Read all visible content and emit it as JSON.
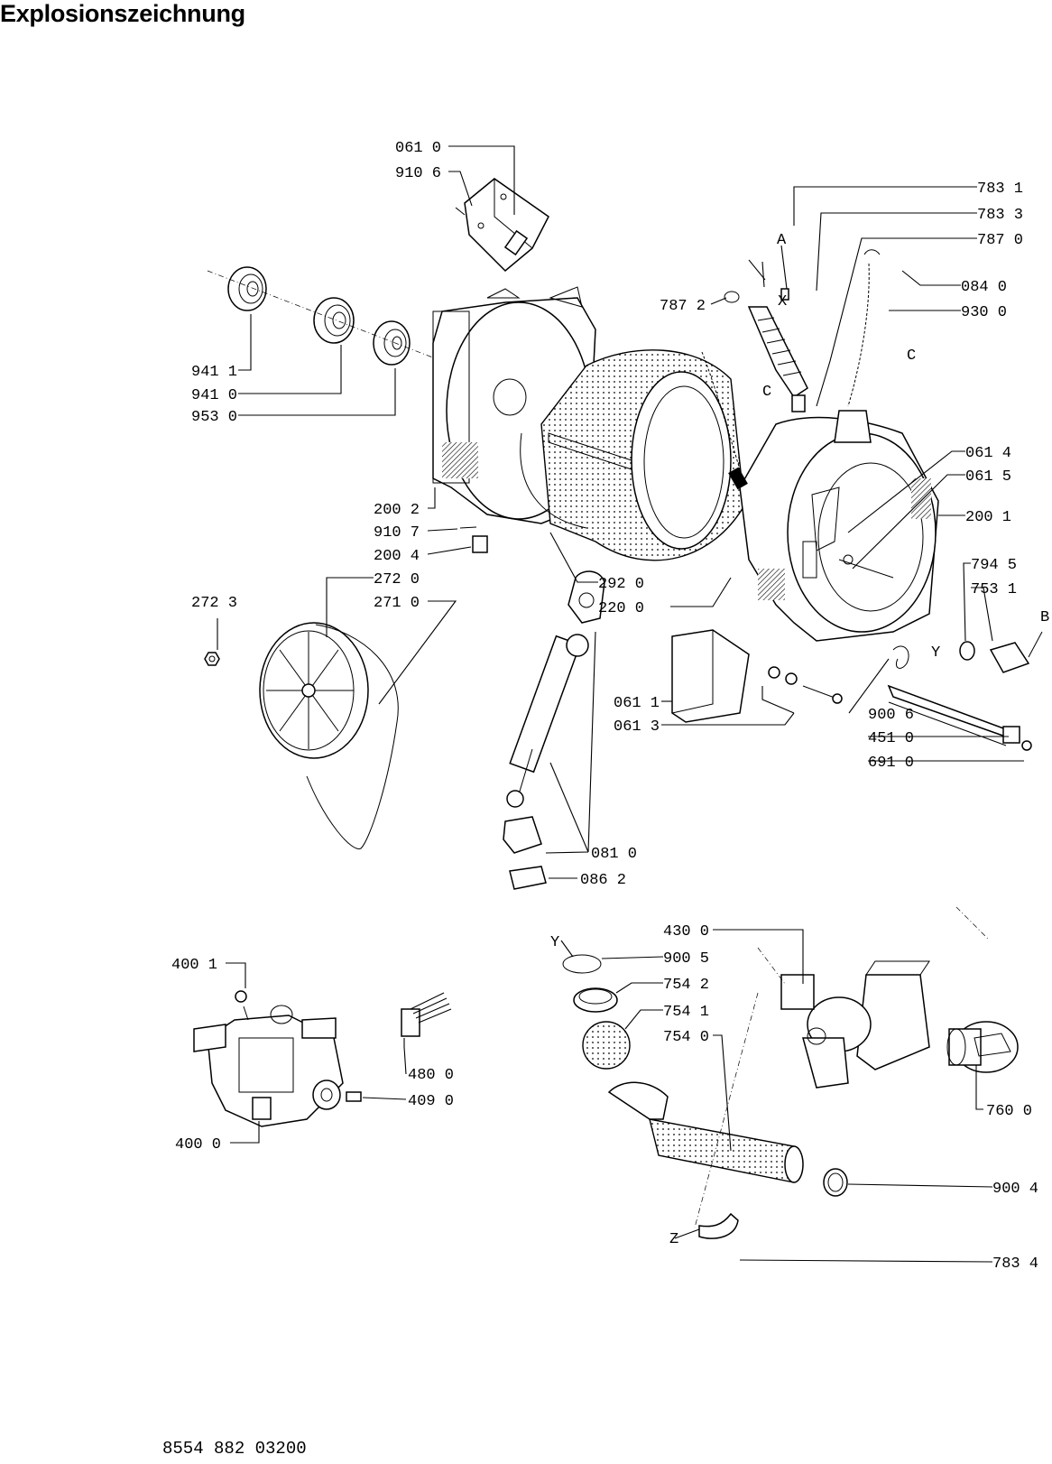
{
  "title": "Explosionszeichnung",
  "doc_number": "8554 882 03200",
  "callouts": {
    "c0610": "061 0",
    "c9106": "910 6",
    "c7831": "783 1",
    "c7833": "783 3",
    "c7870": "787 0",
    "c7872": "787 2",
    "c0840": "084 0",
    "c9300": "930 0",
    "c9411": "941 1",
    "c9410": "941 0",
    "c9530": "953 0",
    "c0614": "061 4",
    "c0615": "061 5",
    "c2001": "200 1",
    "c2002": "200 2",
    "c9107": "910 7",
    "c2004": "200 4",
    "c2720": "272 0",
    "c2710": "271 0",
    "c2723": "272 3",
    "c2920": "292 0",
    "c2200": "220 0",
    "c7945": "794 5",
    "c7531": "753 1",
    "c0611": "061 1",
    "c0613": "061 3",
    "c9006": "900 6",
    "c4510": "451 0",
    "c6910": "691 0",
    "c0810": "081 0",
    "c0862": "086 2",
    "c4300": "430 0",
    "c9005": "900 5",
    "c7542": "754 2",
    "c7541": "754 1",
    "c7540": "754 0",
    "c4001": "400 1",
    "c4800": "480 0",
    "c4090": "409 0",
    "c4000": "400 0",
    "c7600": "760 0",
    "c9004": "900 4",
    "c7834": "783 4"
  },
  "markers": {
    "a": "A",
    "x": "X",
    "c1": "C",
    "c2": "C",
    "b": "B",
    "y1": "Y",
    "y2": "Y",
    "z": "Z"
  }
}
